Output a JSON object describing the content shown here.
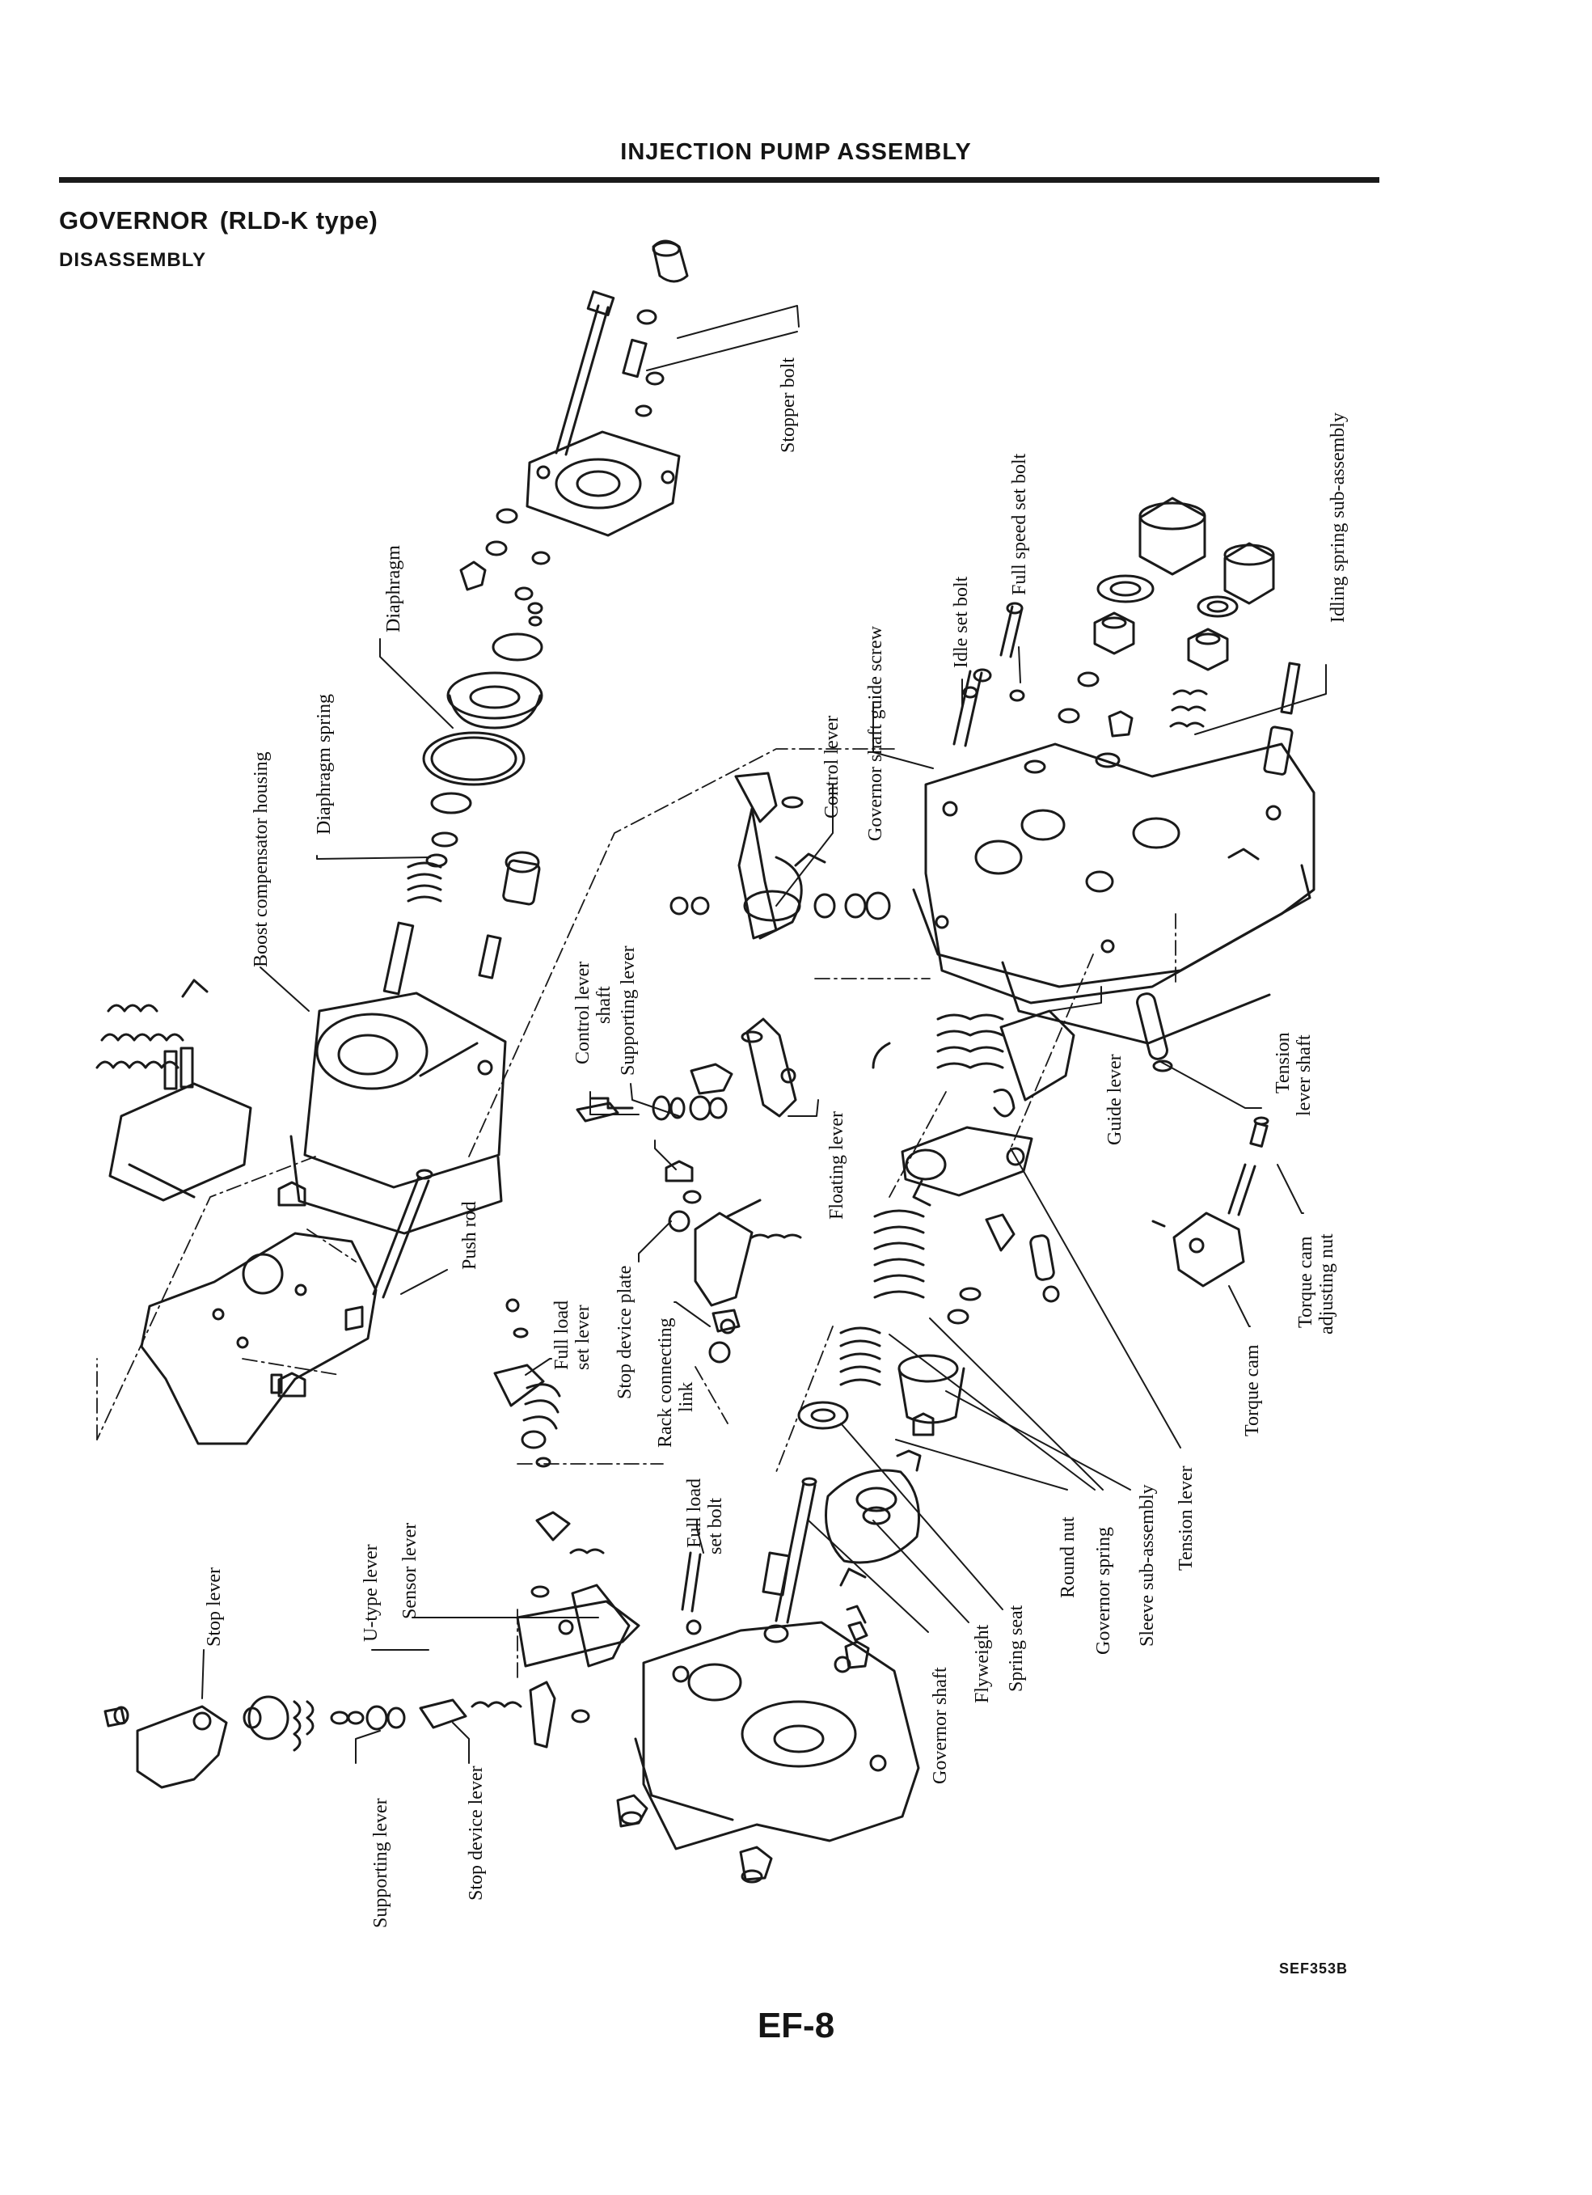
{
  "header": {
    "title": "INJECTION PUMP ASSEMBLY"
  },
  "section": {
    "title": "GOVERNOR",
    "title_paren": "(RLD-K type)"
  },
  "subsection": {
    "title": "DISASSEMBLY"
  },
  "labels": {
    "stopper_bolt": "Stopper bolt",
    "idling_spring_sub_assembly": "Idling spring sub-assembly",
    "full_speed_set_bolt": "Full speed set bolt",
    "idle_set_bolt": "Idle set bolt",
    "governor_shaft_guide_screw": "Governor shaft guide screw",
    "control_lever": "Control lever",
    "diaphragm": "Diaphragm",
    "diaphragm_spring": "Diaphragm spring",
    "boost_compensator_housing": "Boost compensator housing",
    "control_lever_shaft_1": "Control lever",
    "control_lever_shaft_2": "shaft",
    "supporting_lever_top": "Supporting lever",
    "floating_lever": "Floating lever",
    "guide_lever": "Guide lever",
    "tension_lever_shaft_1": "Tension",
    "tension_lever_shaft_2": "lever shaft",
    "torque_cam_adjusting_nut_1": "Torque cam",
    "torque_cam_adjusting_nut_2": "adjusting nut",
    "torque_cam": "Torque cam",
    "tension_lever": "Tension lever",
    "push_rod": "Push rod",
    "full_load_set_lever_1": "Full load",
    "full_load_set_lever_2": "set lever",
    "stop_device_plate": "Stop device plate",
    "rack_connecting_link_1": "Rack connecting",
    "rack_connecting_link_2": "link",
    "full_load_set_bolt_1": "Full load",
    "full_load_set_bolt_2": "set bolt",
    "stop_lever": "Stop lever",
    "u_type_lever": "U-type lever",
    "sensor_lever": "Sensor lever",
    "supporting_lever_bottom": "Supporting lever",
    "stop_device_lever": "Stop device lever",
    "governor_shaft": "Governor shaft",
    "flyweight": "Flyweight",
    "spring_seat": "Spring seat",
    "round_nut": "Round nut",
    "governor_spring": "Governor spring",
    "sleeve_sub_assembly": "Sleeve sub-assembly"
  },
  "figure_code": "SEF353B",
  "page_number": "EF-8"
}
